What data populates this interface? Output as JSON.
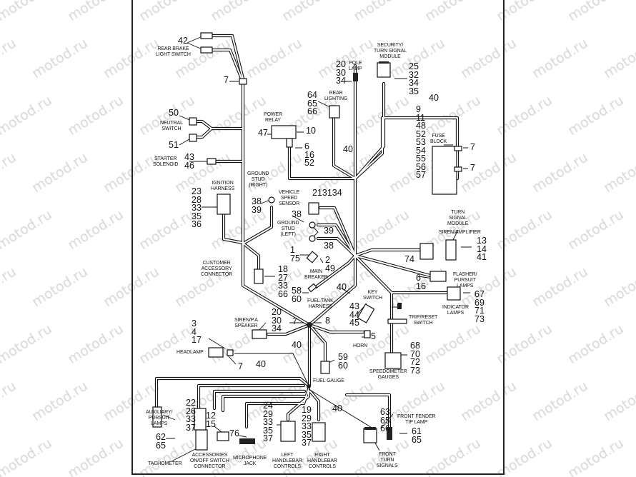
{
  "watermark": "motod.ru",
  "captions": {
    "rear_brake_light_switch": "REAR BRAKE\nLIGHT SWITCH",
    "neutral_switch": "NEUTRAL\nSWITCH",
    "starter_solenoid": "STARTER\nSOLENOID",
    "ignition_harness": "IGNITION\nHARNESS",
    "ground_stud_right": "GROUND\nSTUD\n(RIGHT)",
    "power_relay": "POWER\nRELAY",
    "rear_lighting": "REAR\nLIGHTING",
    "pole_lamp": "POLE\nLAMP",
    "security_module": "SECURITY/\nTURN SIGNAL\nMODULE",
    "fuse_block": "FUSE\nBLOCK",
    "vehicle_speed_sensor": "VEHICLE\nSPEED\nSENSOR",
    "ground_stud_left": "GROUND\nSTUD\n(LEFT)",
    "main_breaker": "MAIN\nBREAKER",
    "customer_accessory_connector": "CUSTOMER\nACCESSORY\nCONNECTOR",
    "fuel_tank_harness": "FUEL TANK\nHARNESS",
    "turn_signal_module": "TURN\nSIGNAL\nMODULE",
    "siren_amplifier": "SIREN/AMPLIFIER",
    "flasher_pursuit_lamps": "FLASHER/\nPURSUIT\nLAMPS",
    "key_switch": "KEY\nSWITCH",
    "indicator_lamps": "INDICATOR\nLAMPS",
    "trip_reset_switch": "TRIP/RESET\nSWITCH",
    "siren_pa_speaker": "SIREN/P.A\nSPEAKER",
    "headlamp": "HEADLAMP",
    "horn": "HORN",
    "fuel_gauge": "FUEL GAUGE",
    "speedometer_gauges": "SPEEDOMETER\nGAUGES",
    "auxiliary_pursuit_lamps": "AUXILIARY/\nPURSUIT\nLAMPS",
    "tachometer": "TACHOMETER",
    "accessories_switch_connector": "ACCESSORIES\nON/OFF SWITCH\nCONNECTOR",
    "microphone_jack": "MICROPHONE\nJACK",
    "left_handlebar_controls": "LEFT\nHANDLEBAR\nCONTROLS",
    "right_handlebar_controls": "RIGHT\nHANDLEBAR\nCONTROLS",
    "front_turn_signals": "FRONT\nTURN\nSIGNALS",
    "front_fender_tip_lamp": "FRONT FENDER\nTIP LAMP"
  },
  "callouts": {
    "c42": "42",
    "c7_a": "7",
    "c50": "50",
    "c51": "51",
    "c43_46": "43\n46",
    "c23": "23\n28\n33\n35\n36",
    "c38_39": "38\n39",
    "c47": "47",
    "c10": "10",
    "c6_16_52": "6\n16\n52",
    "c64": "64\n65\n66",
    "c20_pole": "20\n30\n34",
    "c25": "25\n32\n34\n35",
    "c40_top": "40",
    "c40_mid": "40",
    "c9": "9\n11\n48\n52\n53\n54\n55\n56\n57",
    "c7_fuse1": "7",
    "c7_fuse2": "7",
    "c213134": "213134",
    "c38_a": "38",
    "c39": "39",
    "c38_b": "38",
    "c1_75": "1\n75",
    "c2_49": "2\n49",
    "c18": "18\n27\n33\n66",
    "c58_60": "58\n60",
    "c40_star": "40",
    "c13": "13\n14\n41",
    "c74": "74",
    "c6_16": "6\n16",
    "c67": "67\n69\n71\n73",
    "c43_44_45": "43\n44\n45",
    "c7_trip": "7",
    "c20_siren": "20\n30\n34",
    "c7_mid": "7",
    "c8": "8",
    "c3_4_17": "3\n4\n17",
    "c7_head": "7",
    "c40_head": "40",
    "c40_trunk": "40",
    "c5": "5",
    "c59_60": "59\n60",
    "c68": "68\n70\n72\n73",
    "c62_65": "62\n65",
    "c22": "22\n26\n33\n37",
    "c12_15": "12\n15",
    "c76": "76",
    "c24": "24\n29\n33\n35\n37",
    "c19": "19\n29\n33\n35\n37",
    "c40_low": "40",
    "c63": "63\n65\n66",
    "c61_65": "61\n65"
  }
}
